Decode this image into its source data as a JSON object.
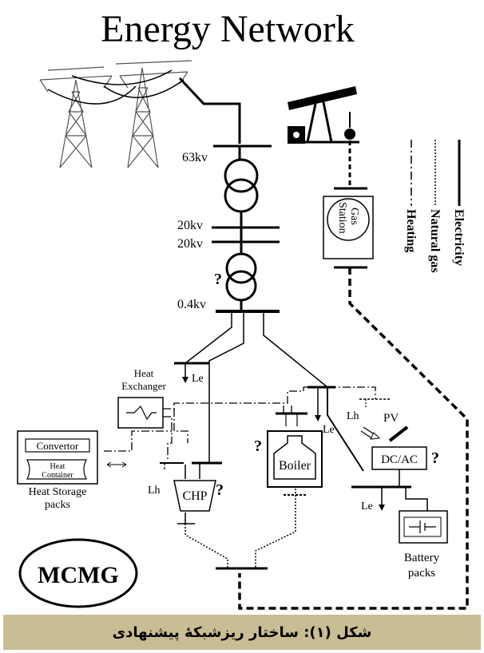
{
  "title": "Energy Network",
  "voltages": {
    "v63": "63kv",
    "v20a": "20kv",
    "v20b": "20kv",
    "v04": "0.4kv"
  },
  "legend": {
    "electricity": "Electricity",
    "natural_gas": "Natural gas",
    "heating": "Heating"
  },
  "gas_station": {
    "line1": "Gas",
    "line2": "Station"
  },
  "heat_exchanger": {
    "line1": "Heat",
    "line2": "Exchanger"
  },
  "heat_storage": {
    "convertor": "Convertor",
    "container_line1": "Heat",
    "container_line2": "Container",
    "label_line1": "Heat Storage",
    "label_line2": "packs"
  },
  "chp": "CHP",
  "boiler": "Boiler",
  "pv": "PV",
  "dcac": "DC/AC",
  "battery": {
    "line1": "Battery",
    "line2": "packs"
  },
  "loads": {
    "le1": "Le",
    "le2": "Le",
    "le3": "Le",
    "lh1": "Lh",
    "lh2": "Lh"
  },
  "question_mark": "?",
  "mcmg": "MCMG",
  "caption": "شکل (۱): ساختار ریزشبکهٔ پیشنهادی",
  "colors": {
    "caption_bg": "#c8bd93",
    "line": "#000000"
  }
}
